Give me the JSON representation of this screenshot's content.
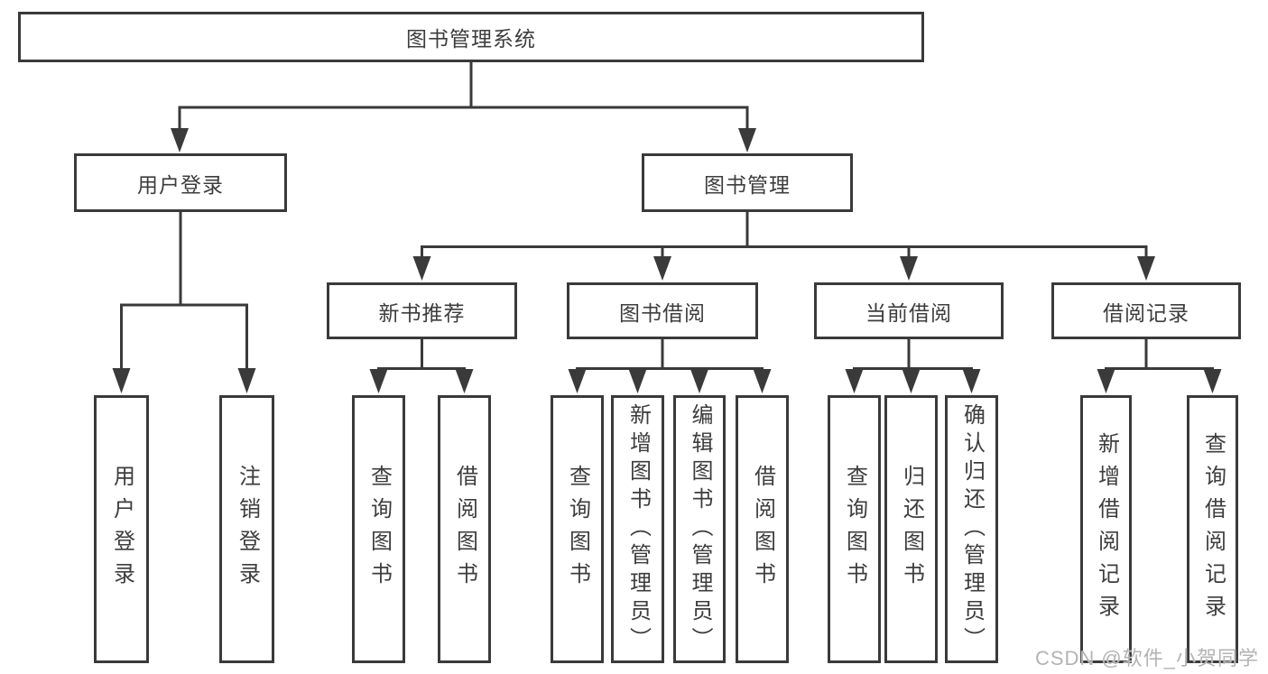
{
  "diagram": {
    "title": "图书管理系统",
    "root": {
      "label": "图书管理系统"
    },
    "level2": [
      {
        "label": "用户登录"
      },
      {
        "label": "图书管理"
      }
    ],
    "level3": [
      {
        "label": "新书推荐"
      },
      {
        "label": "图书借阅"
      },
      {
        "label": "当前借阅"
      },
      {
        "label": "借阅记录"
      }
    ],
    "leaves": {
      "user_login": [
        {
          "label": "用户登录"
        },
        {
          "label": "注销登录"
        }
      ],
      "new_books": [
        {
          "label": "查询图书"
        },
        {
          "label": "借阅图书"
        }
      ],
      "book_borrow": [
        {
          "label": "查询图书"
        },
        {
          "label": "新增图书（管理员）"
        },
        {
          "label": "编辑图书（管理员）"
        },
        {
          "label": "借阅图书"
        }
      ],
      "current_borrow": [
        {
          "label": "查询图书"
        },
        {
          "label": "归还图书"
        },
        {
          "label": "确认归还（管理员）"
        }
      ],
      "borrow_records": [
        {
          "label": "新增借阅记录"
        },
        {
          "label": "查询借阅记录"
        }
      ]
    },
    "watermark": "CSDN @软件_小贺同学",
    "colors": {
      "line": "#3a3a3a",
      "box_border": "#3a3a3a",
      "text": "#3d3d3d",
      "watermark": "#b3b3b3",
      "background": "#ffffff"
    }
  }
}
